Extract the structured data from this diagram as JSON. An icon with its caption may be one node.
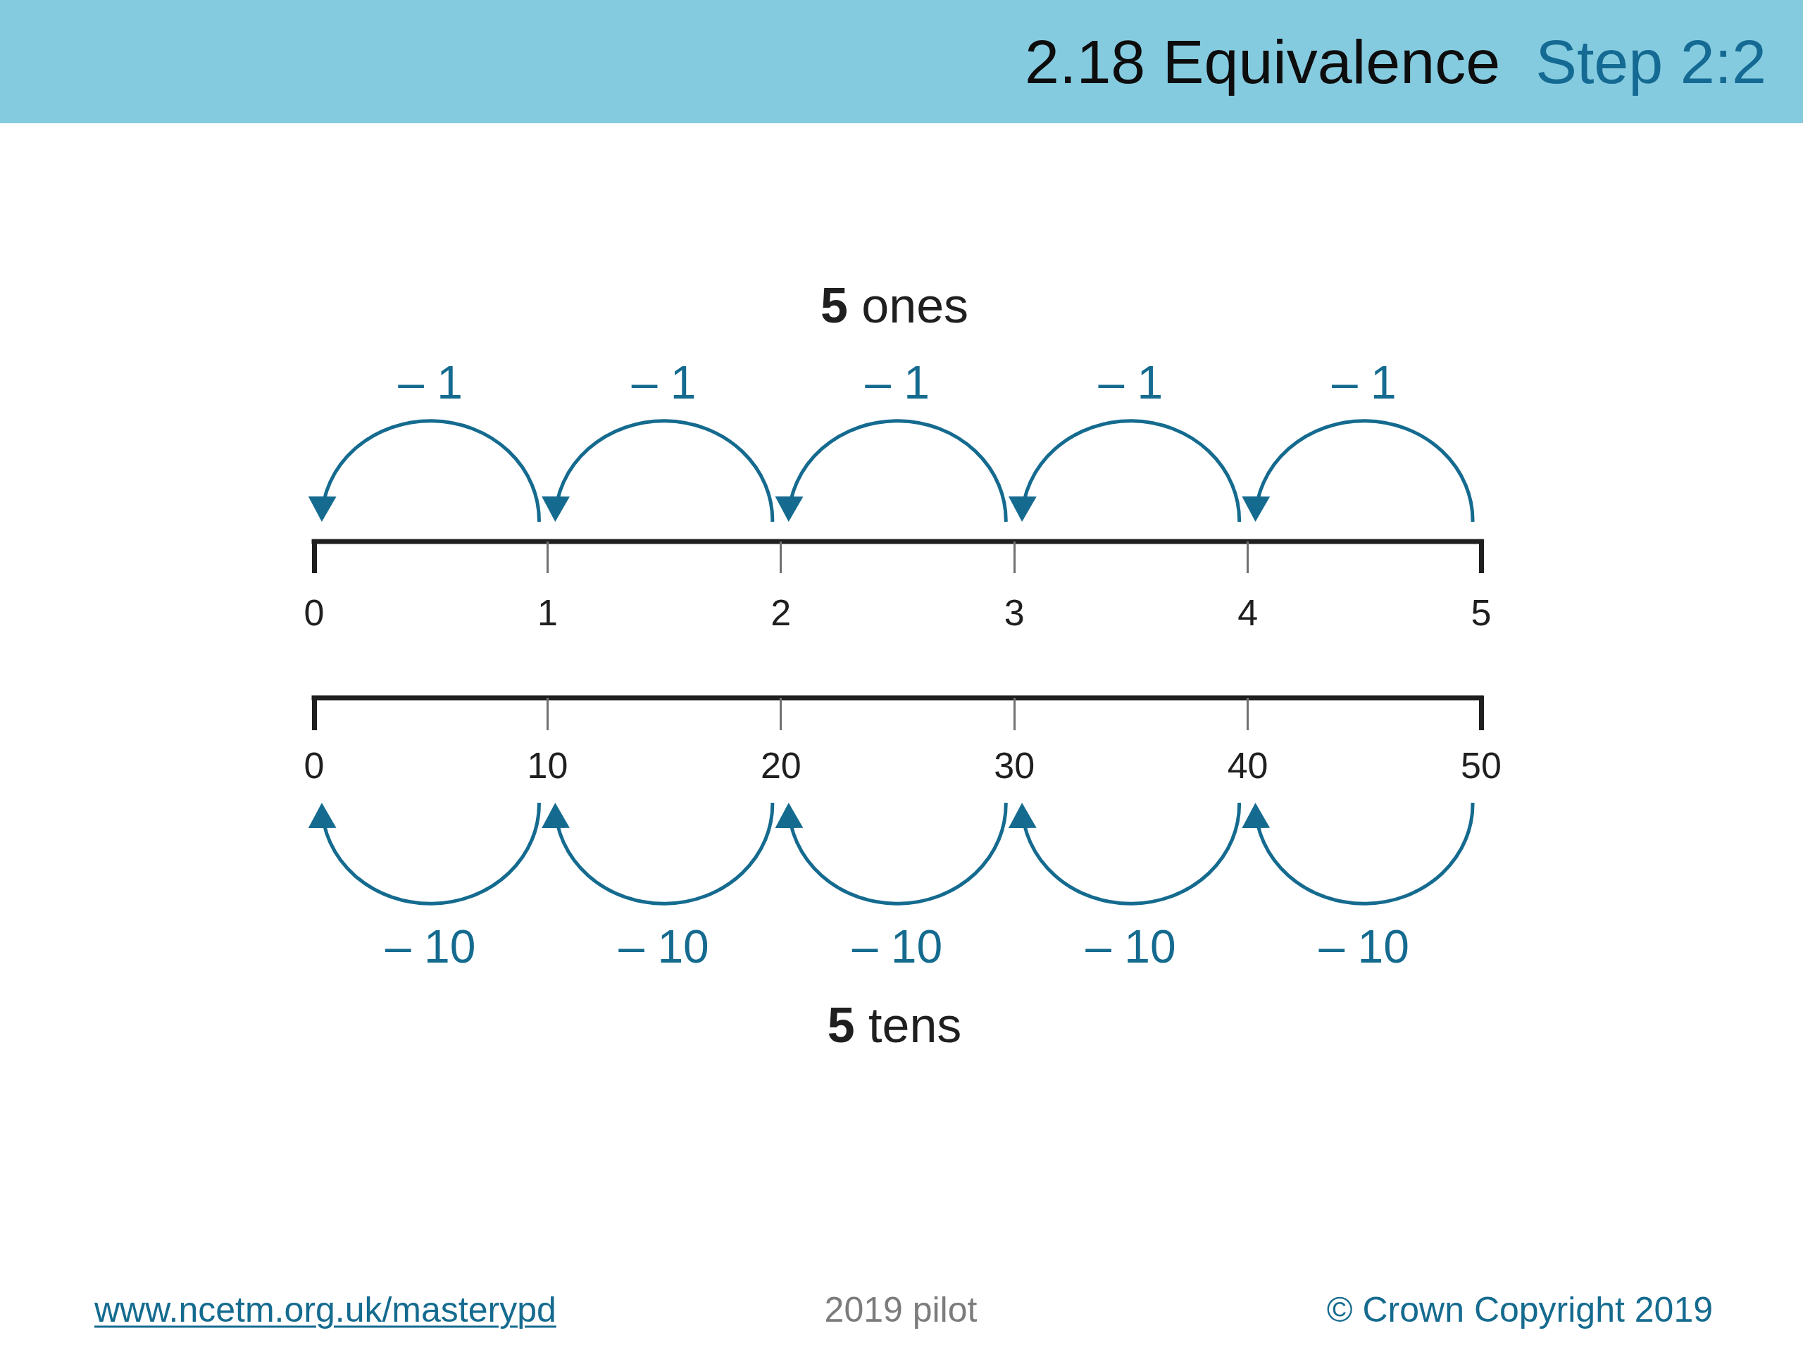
{
  "diagram": {
    "title": "2.18 Equivalence",
    "nodes": [
      {
        "text": [
          "0"
        ]
      },
      {
        "text": [
          "1"
        ]
      },
      {
        "text": [
          "2"
        ]
      },
      {
        "text": [
          "3"
        ]
      },
      {
        "text": [
          "4"
        ]
      },
      {
        "text": [
          "5"
        ]
      },
      {
        "text": [
          "0"
        ]
      },
      {
        "text": [
          "10"
        ]
      },
      {
        "text": [
          "20"
        ]
      },
      {
        "text": [
          "30"
        ]
      },
      {
        "text": [
          "40"
        ]
      },
      {
        "text": [
          "50"
        ]
      }
    ],
    "edges": [
      {
        "from": 1,
        "to": 0,
        "arrow": "to",
        "label": "– 1"
      },
      {
        "from": 2,
        "to": 1,
        "arrow": "to",
        "label": "– 1"
      },
      {
        "from": 3,
        "to": 2,
        "arrow": "to",
        "label": "– 1"
      },
      {
        "from": 4,
        "to": 3,
        "arrow": "to",
        "label": "– 1"
      },
      {
        "from": 5,
        "to": 4,
        "arrow": "to",
        "label": "– 1"
      },
      {
        "from": 7,
        "to": 6,
        "arrow": "to",
        "label": "– 10"
      },
      {
        "from": 8,
        "to": 7,
        "arrow": "to",
        "label": "– 10"
      },
      {
        "from": 9,
        "to": 8,
        "arrow": "to",
        "label": "– 10"
      },
      {
        "from": 10,
        "to": 9,
        "arrow": "to",
        "label": "– 10"
      },
      {
        "from": 11,
        "to": 10,
        "arrow": "to",
        "label": "– 10"
      }
    ],
    "labels": [
      "Step 2:2",
      "**5** ones",
      "**5** tens",
      "www.ncetm.org.uk/masterypd",
      "2019 pilot",
      "© Crown Copyright 2019"
    ]
  }
}
